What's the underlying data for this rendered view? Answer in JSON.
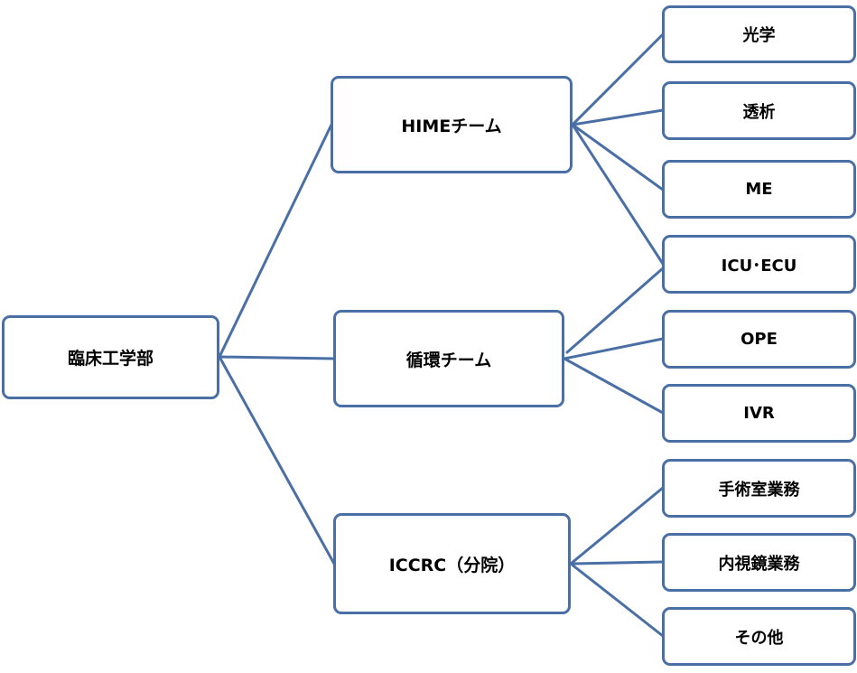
{
  "diagram": {
    "root": {
      "label": "臨床工学部"
    },
    "teams": [
      {
        "label": "HIMEチーム"
      },
      {
        "label": "循環チーム"
      },
      {
        "label": "ICCRC（分院）"
      }
    ],
    "leaves": [
      {
        "label": "光学"
      },
      {
        "label": "透析"
      },
      {
        "label": "ME"
      },
      {
        "label": "ICU･ECU"
      },
      {
        "label": "OPE"
      },
      {
        "label": "IVR"
      },
      {
        "label": "手術室業務"
      },
      {
        "label": "内視鏡業務"
      },
      {
        "label": "その他"
      }
    ],
    "line_color": "#4a6fa5",
    "box_border_color": "#4a6fa5"
  }
}
